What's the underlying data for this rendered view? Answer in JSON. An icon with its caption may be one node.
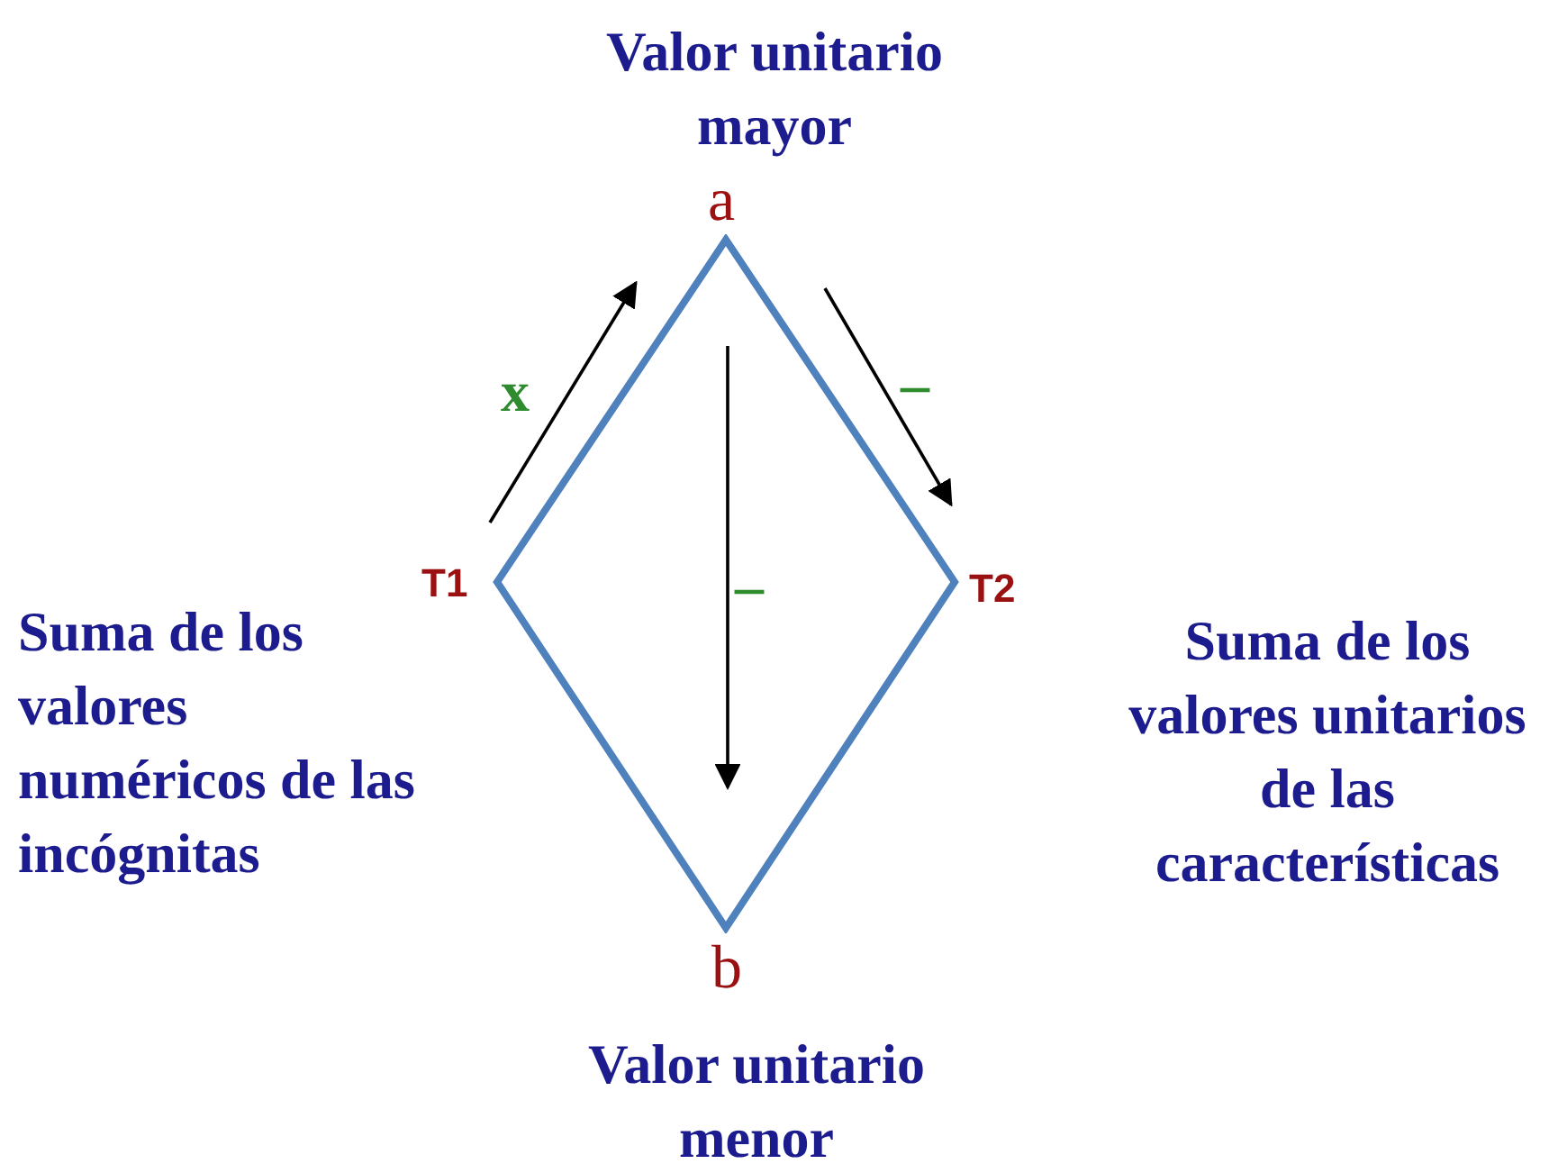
{
  "diagram": {
    "nodes": [
      {
        "text": [],
        "shape": "diamond"
      }
    ],
    "labels": [
      "Valor unitario mayor",
      "a",
      "x",
      "–",
      "T1",
      "–",
      "T2",
      "Suma de los valores numéricos de las incógnitas",
      "Suma de los valores unitarios de las características",
      "b",
      "Valor unitario menor"
    ]
  }
}
